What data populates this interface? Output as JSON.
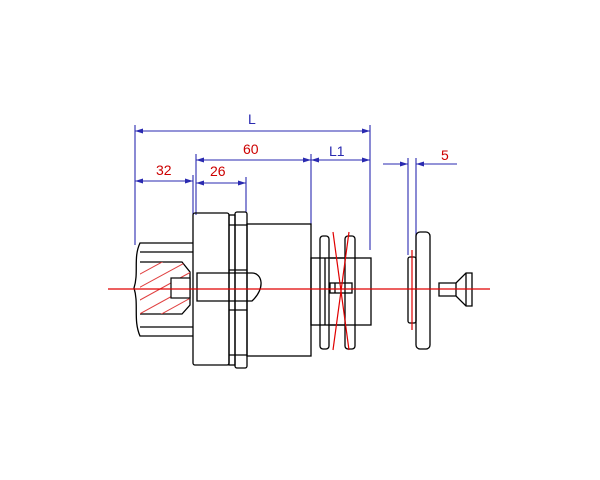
{
  "drawing": {
    "dimensions": {
      "L": "L",
      "d32": "32",
      "d60": "60",
      "d26": "26",
      "L1": "L1",
      "d5": "5"
    },
    "colors": {
      "outline": "#000000",
      "dimension_line": "#2a2ab0",
      "dimension_text_red": "#cc0000",
      "dimension_text_blue": "#2a2ab0",
      "centerline": "#e00000",
      "hatch": "#e04040"
    }
  }
}
